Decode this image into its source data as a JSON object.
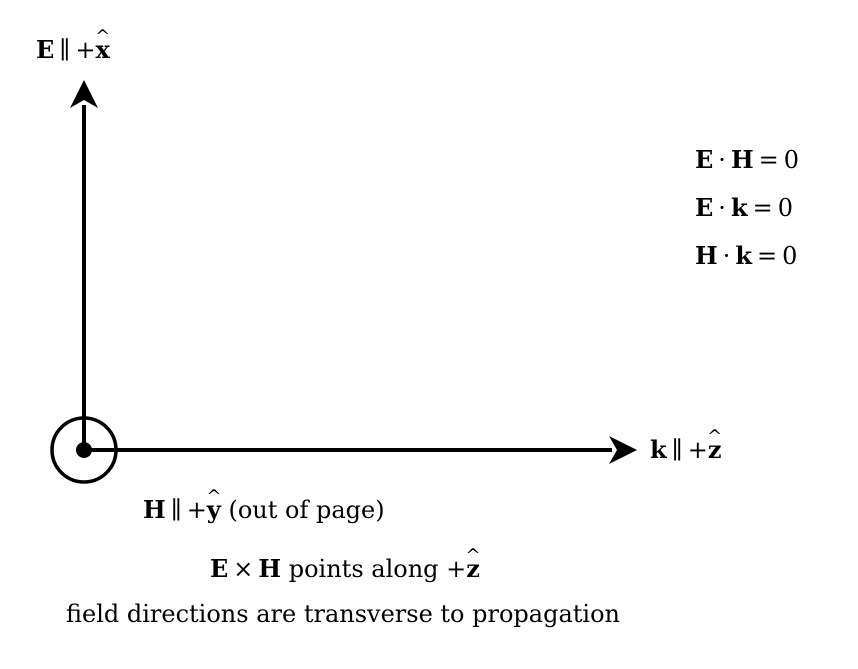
{
  "diagram": {
    "e_axis": {
      "vector": "E",
      "relation": "∥",
      "sign": "+",
      "unit": "x"
    },
    "k_axis": {
      "vector": "k",
      "relation": "∥",
      "sign": "+",
      "unit": "z"
    },
    "h_axis": {
      "vector": "H",
      "relation": "∥",
      "sign": "+",
      "unit": "y",
      "note": "(out of page)"
    },
    "equations": [
      {
        "a": "E",
        "op": "·",
        "b": "H",
        "eq": "=",
        "val": "0"
      },
      {
        "a": "E",
        "op": "·",
        "b": "k",
        "eq": "=",
        "val": "0"
      },
      {
        "a": "H",
        "op": "·",
        "b": "k",
        "eq": "=",
        "val": "0"
      }
    ],
    "cross_product": {
      "a": "E",
      "op": "×",
      "b": "H",
      "text": "points along",
      "sign": "+",
      "unit": "z"
    },
    "caption": "field directions are transverse to propagation"
  },
  "colors": {
    "stroke": "#000000",
    "background": "#ffffff"
  }
}
